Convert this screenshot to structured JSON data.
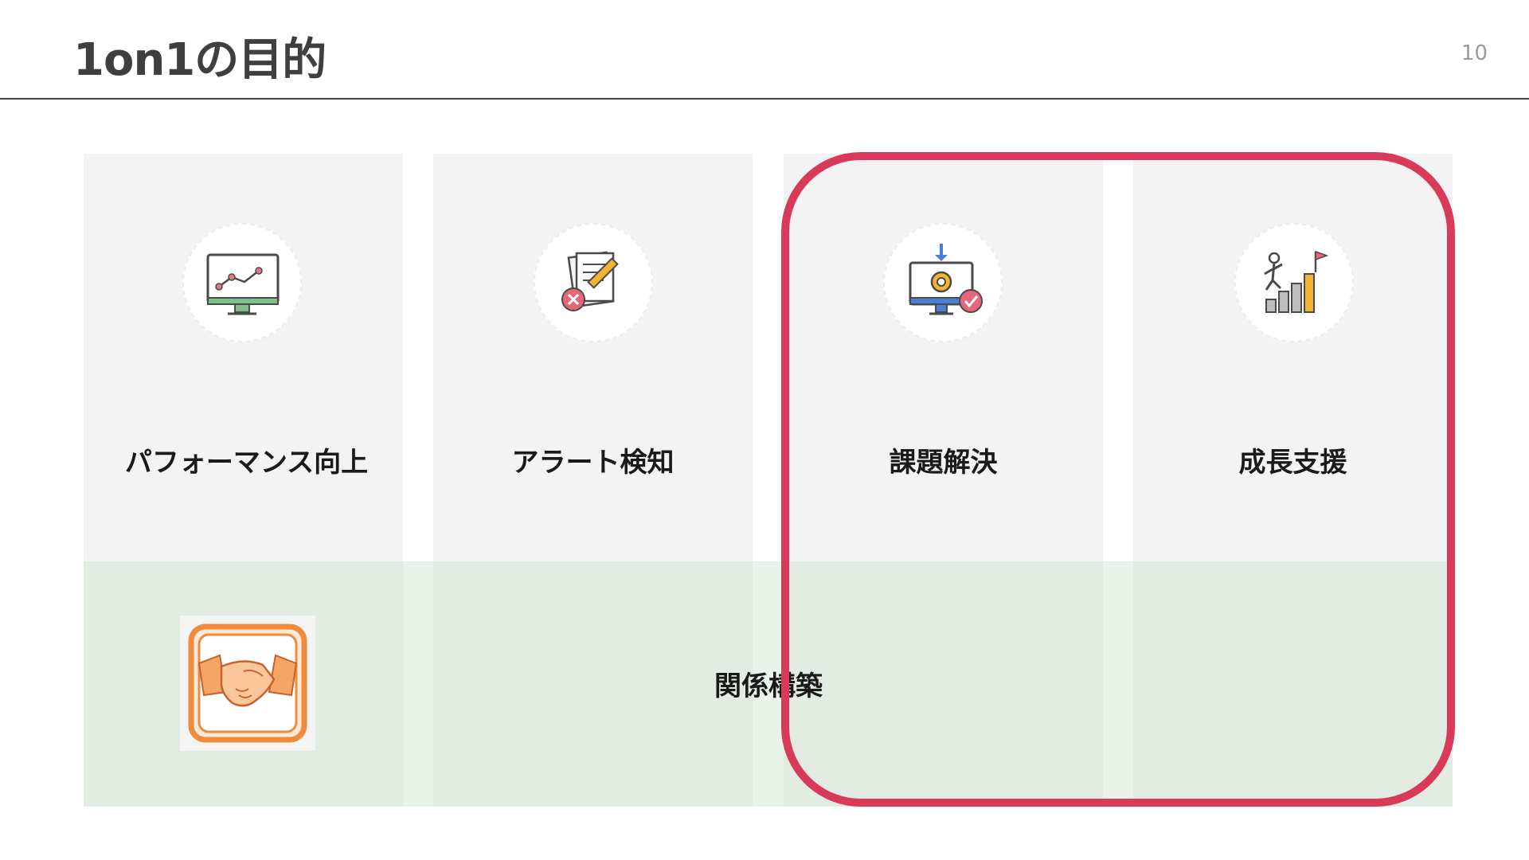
{
  "slide": {
    "title": "1on1の目的",
    "page_number": "10"
  },
  "purposes": [
    {
      "label": "パフォーマンス向上",
      "icon": "performance-monitor-icon"
    },
    {
      "label": "アラート検知",
      "icon": "alert-document-icon"
    },
    {
      "label": "課題解決",
      "icon": "problem-solving-monitor-icon"
    },
    {
      "label": "成長支援",
      "icon": "growth-chart-icon"
    }
  ],
  "relationship": {
    "label": "関係構築",
    "icon": "handshake-icon"
  },
  "colors": {
    "highlight": "#da3a5a",
    "card_bg": "#f3f3f3",
    "band_bg": "#e3ece3",
    "handshake_orange": "#f08a3c"
  }
}
